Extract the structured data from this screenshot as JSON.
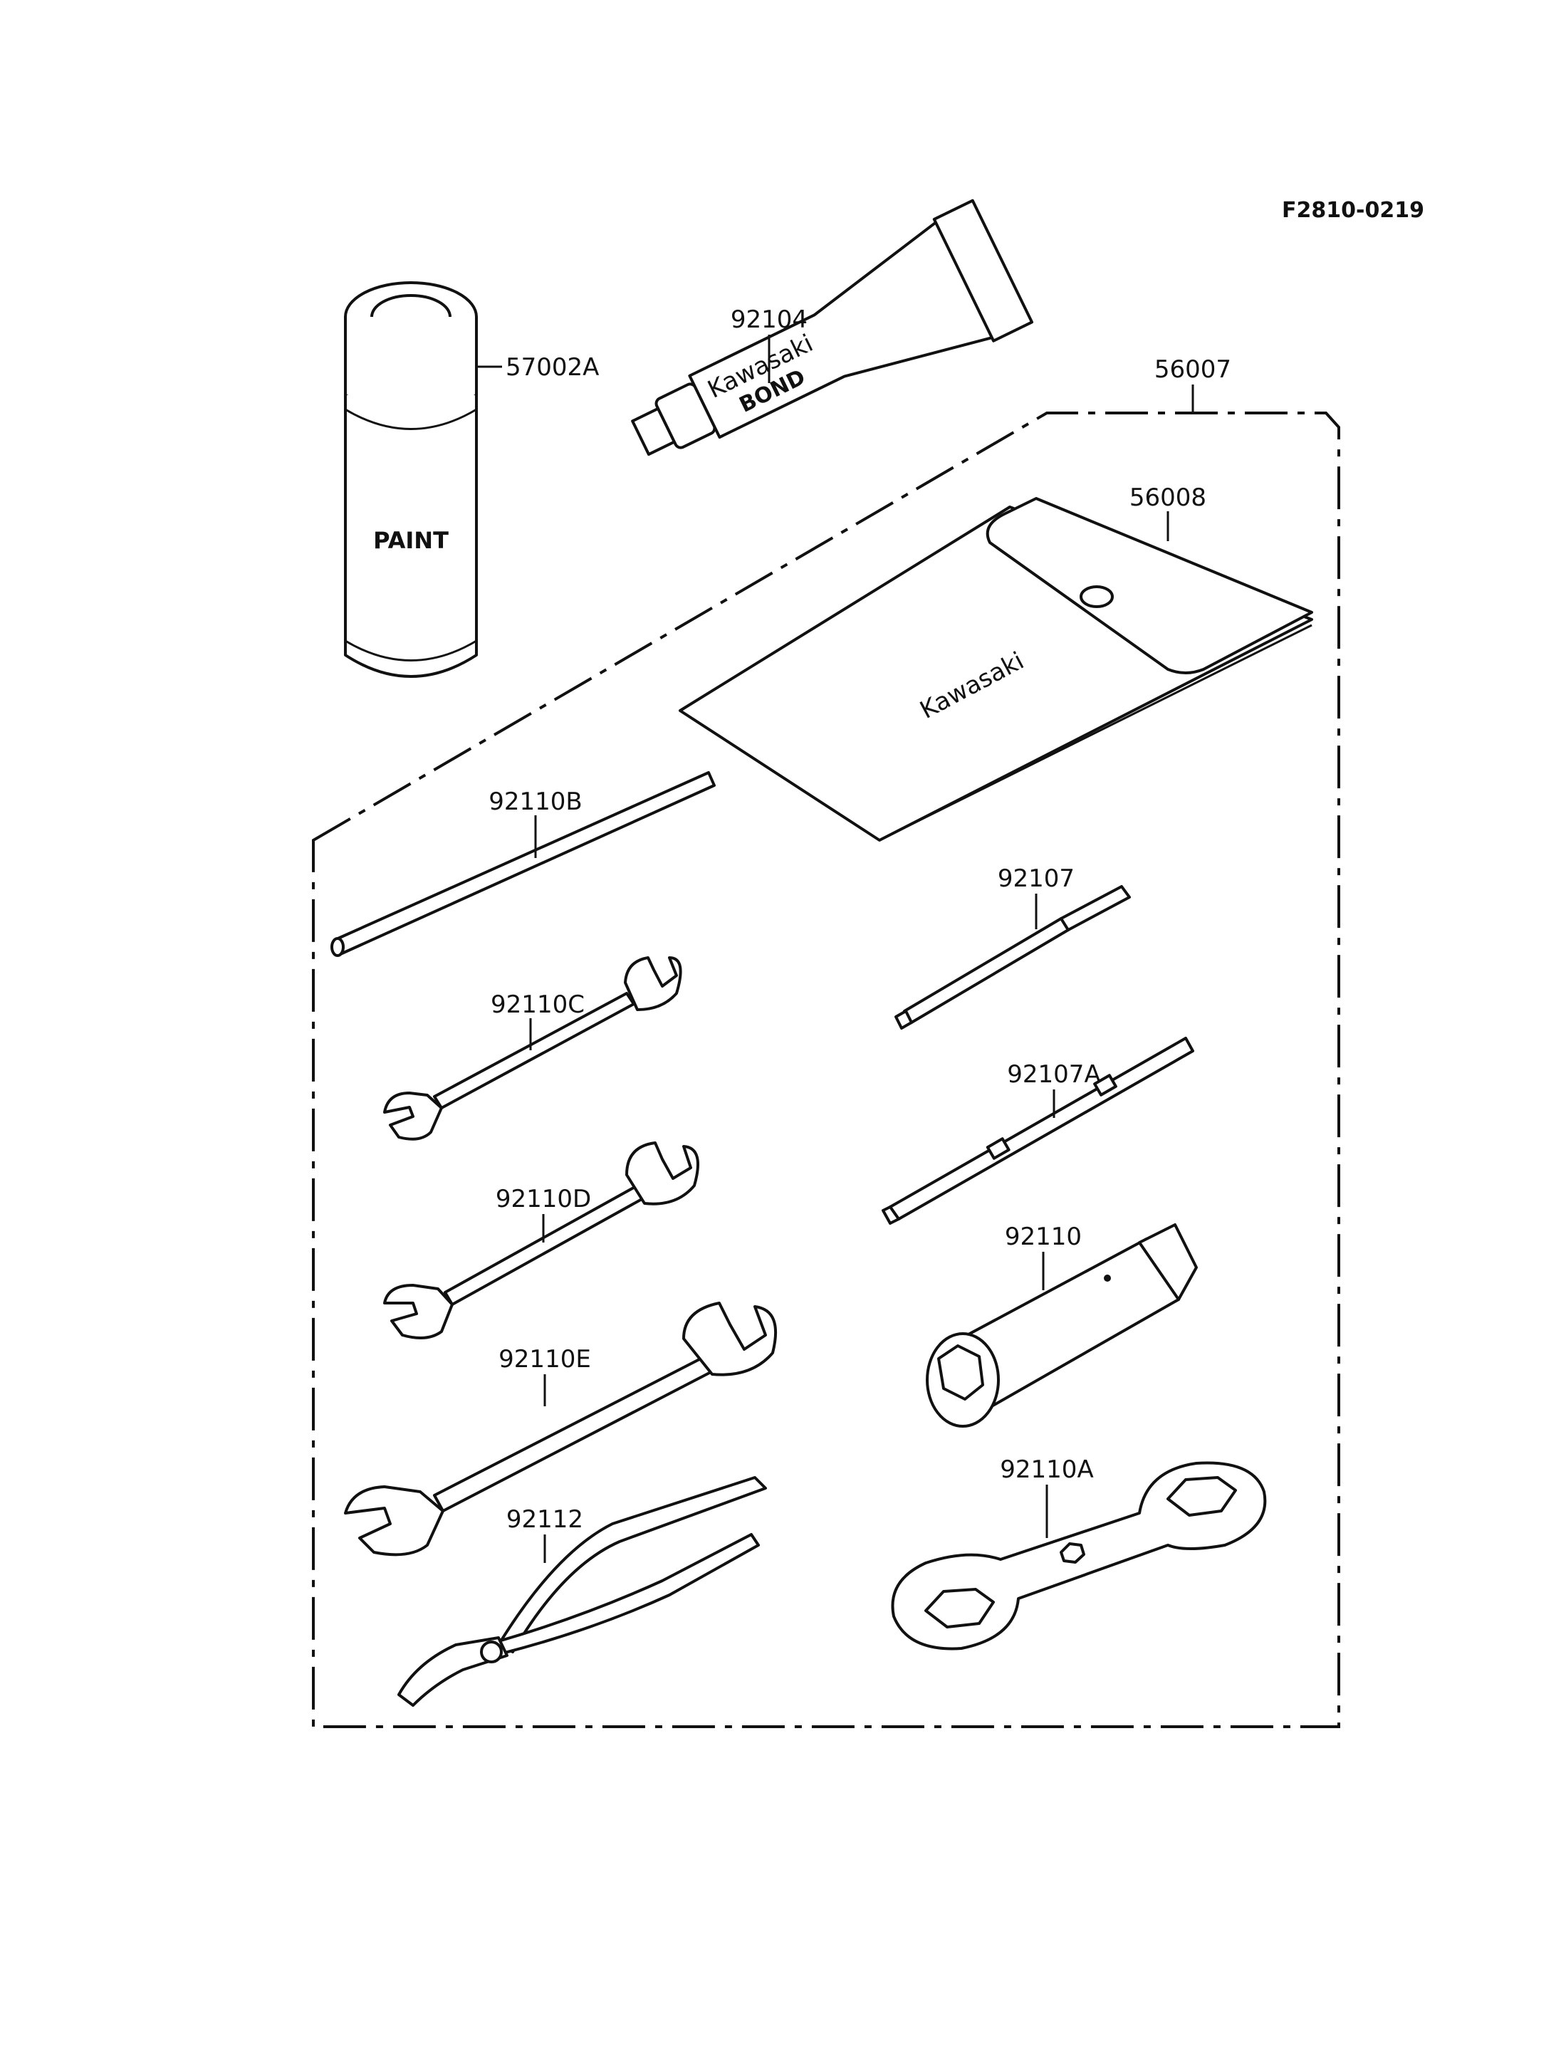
{
  "drawing": {
    "reference": "F2810-0219",
    "parts": [
      {
        "id": "paint",
        "number": "57002A"
      },
      {
        "id": "bond",
        "number": "92104"
      },
      {
        "id": "tool-kit",
        "number": "56007"
      },
      {
        "id": "tool-bag",
        "number": "56008"
      },
      {
        "id": "bar",
        "number": "92110B"
      },
      {
        "id": "wrench-c",
        "number": "92110C"
      },
      {
        "id": "wrench-d",
        "number": "92110D"
      },
      {
        "id": "wrench-e",
        "number": "92110E"
      },
      {
        "id": "pliers",
        "number": "92112"
      },
      {
        "id": "screwdriver",
        "number": "92107"
      },
      {
        "id": "screwdriver-a",
        "number": "92107A"
      },
      {
        "id": "box-wrench",
        "number": "92110"
      },
      {
        "id": "hex-wrench",
        "number": "92110A"
      }
    ],
    "markings": {
      "paint_can": "PAINT",
      "bond_brand": "Kawasaki",
      "bond_word": "BOND",
      "bag_brand": "Kawasaki"
    }
  }
}
